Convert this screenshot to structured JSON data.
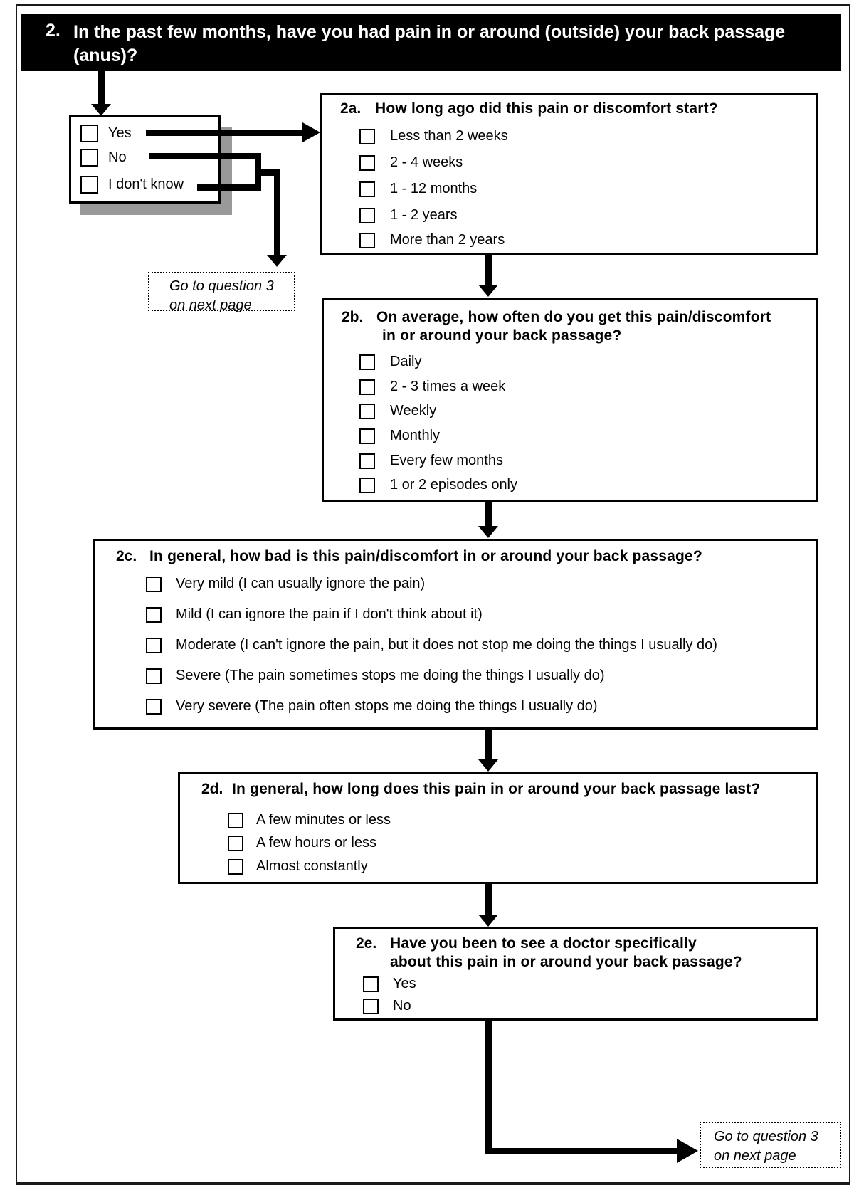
{
  "header": {
    "number": "2.",
    "text": "In the past few months, have you had pain in or around (outside) your back passage (anus)?"
  },
  "initial_options": [
    "Yes",
    "No",
    "I don't know"
  ],
  "goto_left": {
    "line1": "Go to question 3",
    "line2": "on next page"
  },
  "goto_bottom": {
    "line1": "Go to question 3",
    "line2": "on next page"
  },
  "questions": {
    "q2a": {
      "number": "2a.",
      "title": "How long ago did this pain or discomfort start?",
      "options": [
        "Less than 2 weeks",
        "2 - 4 weeks",
        "1 - 12 months",
        "1 - 2 years",
        "More than 2 years"
      ]
    },
    "q2b": {
      "number": "2b.",
      "title_line1": "On average, how often do you get this pain/discomfort",
      "title_line2": "in or around your back passage?",
      "options": [
        "Daily",
        "2 - 3 times a week",
        "Weekly",
        "Monthly",
        "Every few months",
        "1 or 2 episodes only"
      ]
    },
    "q2c": {
      "number": "2c.",
      "title": "In general, how bad is this pain/discomfort in or around your back passage?",
      "options": [
        "Very mild (I can usually ignore the pain)",
        "Mild (I can ignore the pain if I don't think about it)",
        "Moderate (I can't ignore the pain, but it does not stop me doing the things I usually do)",
        "Severe (The pain sometimes stops me doing the things I usually do)",
        "Very severe (The pain often stops me doing the things I usually do)"
      ]
    },
    "q2d": {
      "number": "2d.",
      "title": "In general, how long does this pain in or around your back passage last?",
      "options": [
        "A few minutes or less",
        "A few hours or less",
        "Almost constantly"
      ]
    },
    "q2e": {
      "number": "2e.",
      "title_line1": "Have you been to see a doctor specifically",
      "title_line2": "about this pain in or around your back passage?",
      "options": [
        "Yes",
        "No"
      ]
    }
  },
  "colors": {
    "ink": "#000000",
    "paper": "#ffffff",
    "header_bg": "#000000",
    "header_text": "#ffffff",
    "shadow": "#999999"
  }
}
